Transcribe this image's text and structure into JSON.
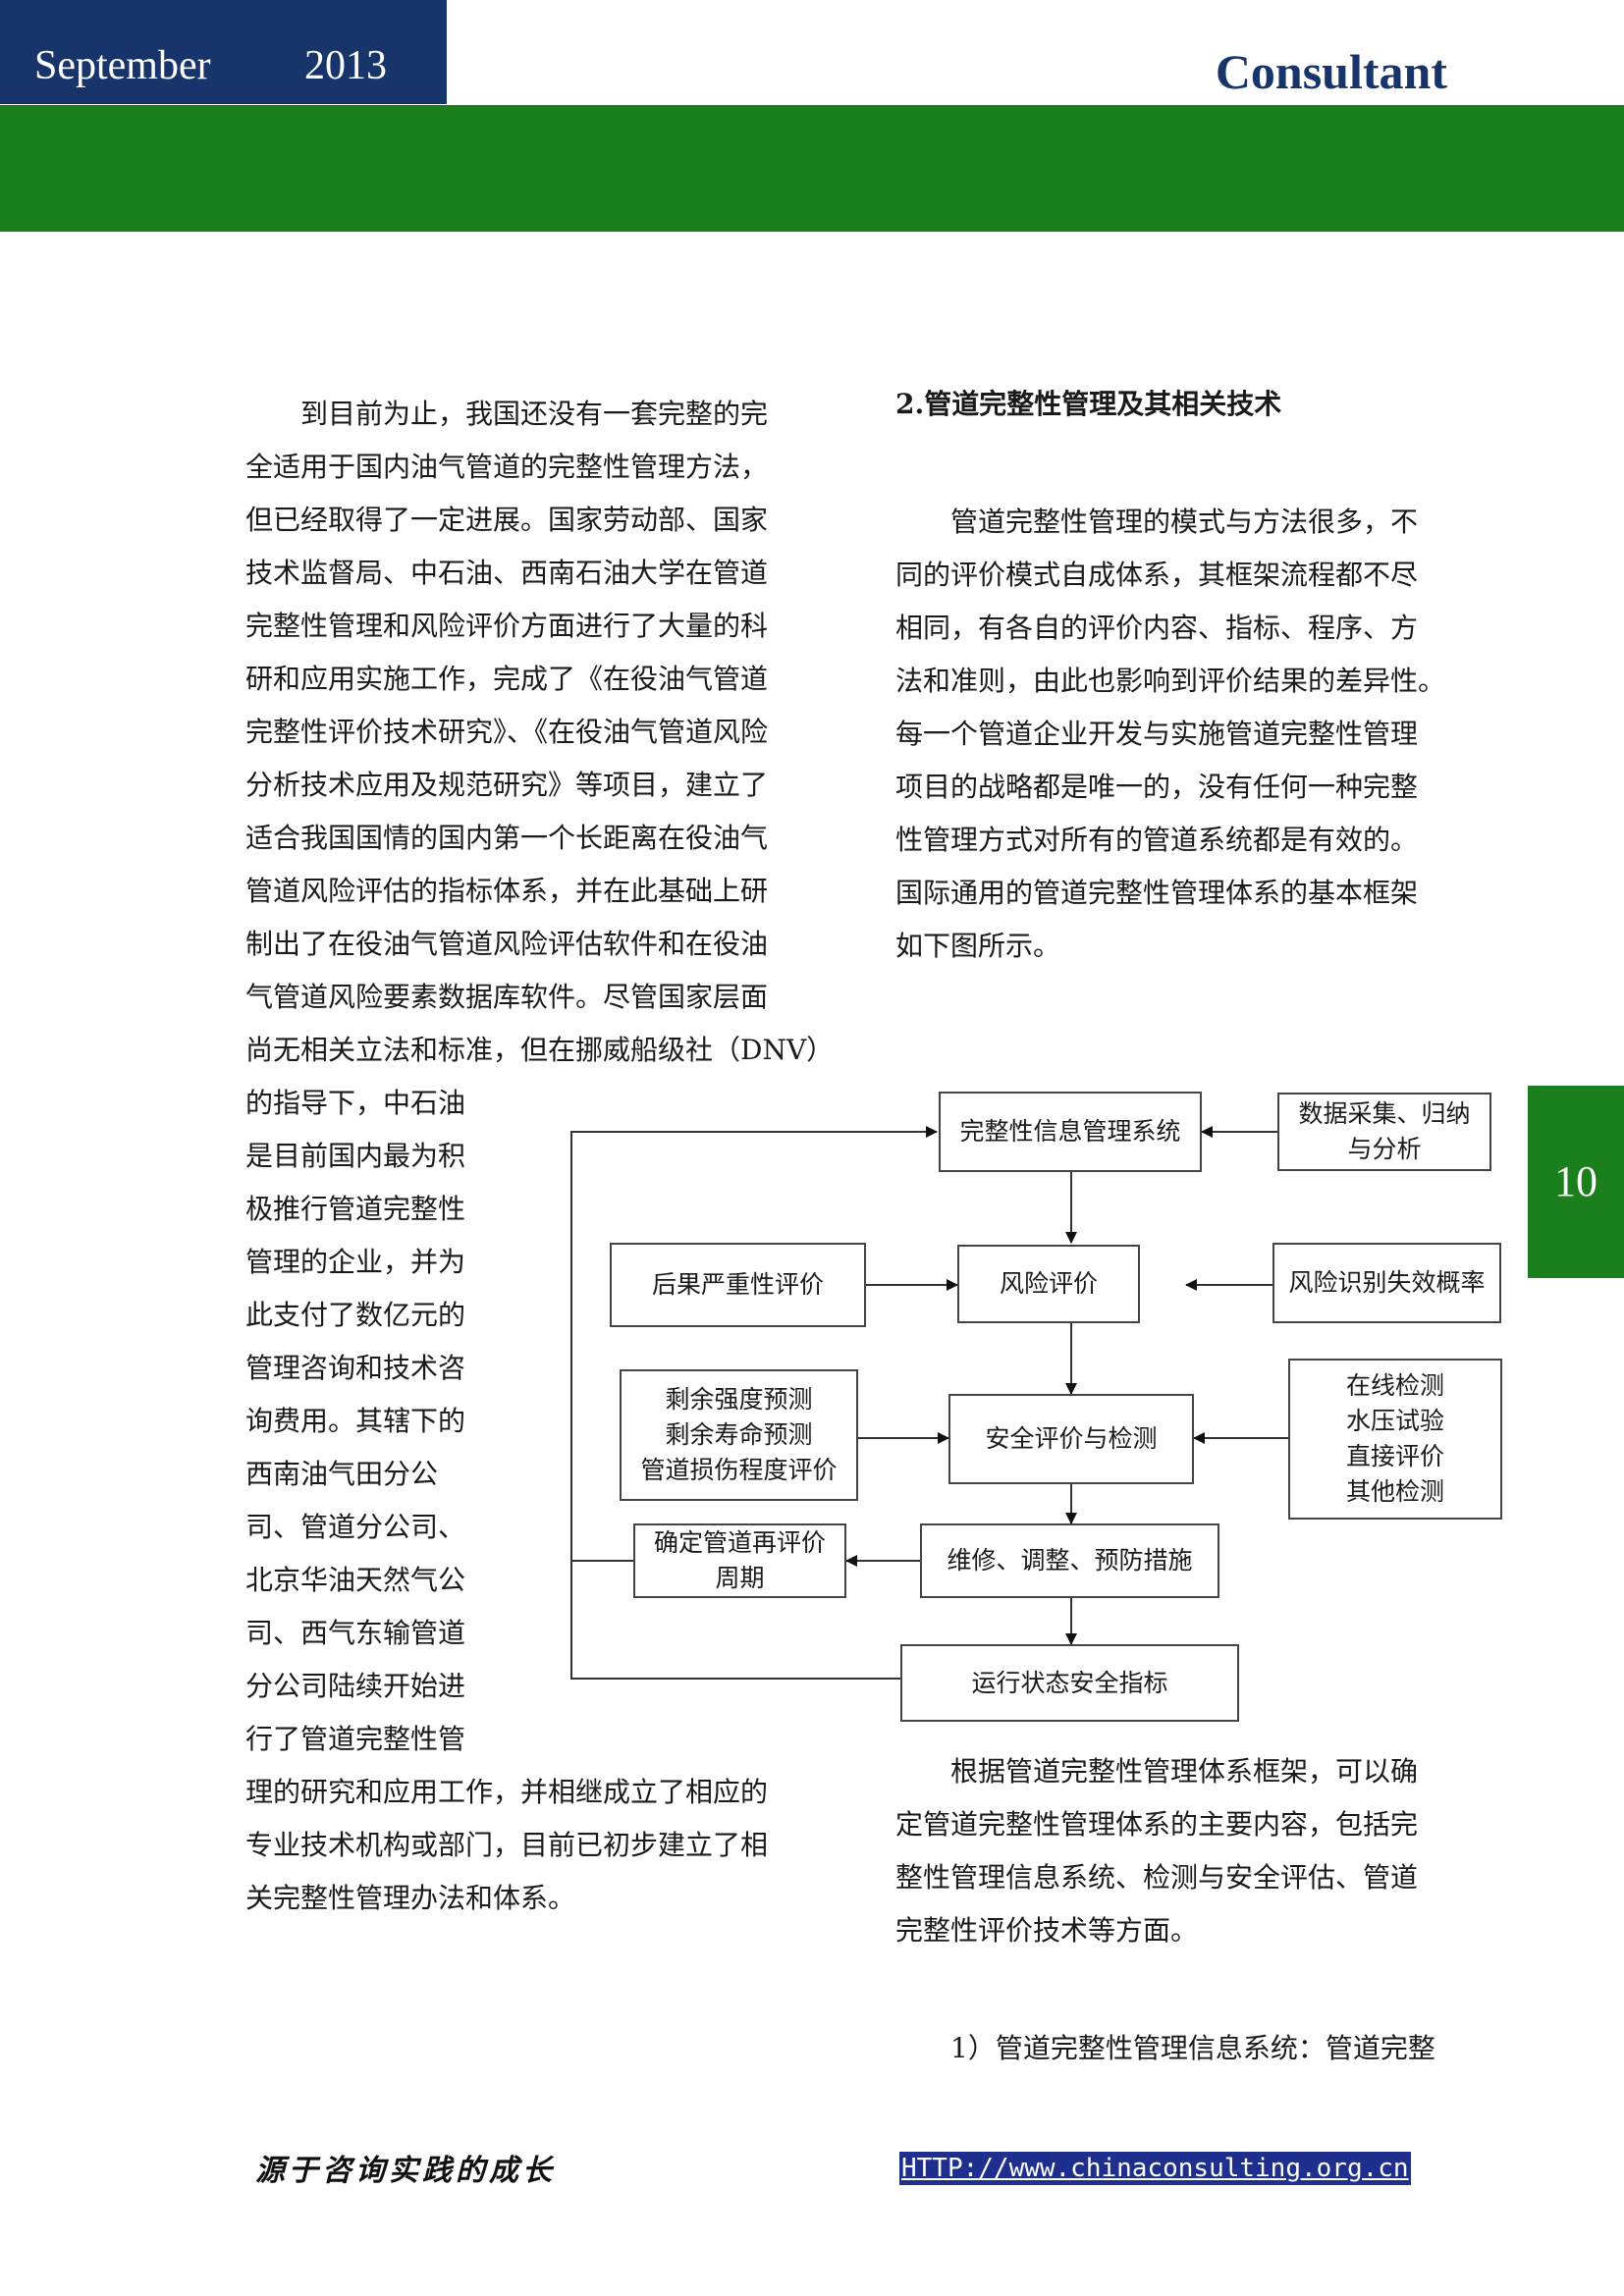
{
  "header": {
    "month": "September",
    "year": "2013",
    "brand": "Consultant"
  },
  "page_number": "10",
  "left_column": {
    "lines_top": [
      "　　到目前为止，我国还没有一套完整的完",
      "全适用于国内油气管道的完整性管理方法，",
      "但已经取得了一定进展。国家劳动部、国家",
      "技术监督局、中石油、西南石油大学在管道",
      "完整性管理和风险评价方面进行了大量的科",
      "研和应用实施工作，完成了《在役油气管道",
      "完整性评价技术研究》、《在役油气管道风险",
      "分析技术应用及规范研究》等项目，建立了",
      "适合我国国情的国内第一个长距离在役油气",
      "管道风险评估的指标体系，并在此基础上研",
      "制出了在役油气管道风险评估软件和在役油",
      "气管道风险要素数据库软件。尽管国家层面",
      "尚无相关立法和标准，但在挪威船级社（DNV）"
    ],
    "lines_narrow": [
      "的指导下，中石油",
      "是目前国内最为积",
      "极推行管道完整性",
      "管理的企业，并为",
      "此支付了数亿元的",
      "管理咨询和技术咨",
      "询费用。其辖下的",
      "西南油气田分公",
      "司、管道分公司、",
      "北京华油天然气公",
      "司、西气东输管道",
      "分公司陆续开始进",
      "行了管道完整性管"
    ],
    "lines_bottom": [
      "理的研究和应用工作，并相继成立了相应的",
      "专业技术机构或部门，目前已初步建立了相",
      "关完整性管理办法和体系。"
    ]
  },
  "right_column": {
    "heading": "2.管道完整性管理及其相关技术",
    "para1_lines": [
      "　　管道完整性管理的模式与方法很多，不",
      "同的评价模式自成体系，其框架流程都不尽",
      "相同，有各自的评价内容、指标、程序、方",
      "法和准则，由此也影响到评价结果的差异性。",
      "每一个管道企业开发与实施管道完整性管理",
      "项目的战略都是唯一的，没有任何一种完整",
      "性管理方式对所有的管道系统都是有效的。",
      "国际通用的管道完整性管理体系的基本框架",
      "如下图所示。"
    ],
    "para2_lines": [
      "　　根据管道完整性管理体系框架，可以确",
      "定管道完整性管理体系的主要内容，包括完",
      "整性管理信息系统、检测与安全评估、管道",
      "完整性评价技术等方面。"
    ],
    "para3_line": "　　1）管道完整性管理信息系统：管道完整"
  },
  "flowchart": {
    "info_system": "完整性信息管理系统",
    "data_collection": [
      "数据采集、归纳",
      "与分析"
    ],
    "consequence": "后果严重性评价",
    "risk_eval": "风险评价",
    "risk_identify": "风险识别失效概率",
    "remaining": [
      "剩余强度预测",
      "剩余寿命预测",
      "管道损伤程度评价"
    ],
    "safety_eval": "安全评价与检测",
    "inspections": [
      "在线检测",
      "水压试验",
      "直接评价",
      "其他检测"
    ],
    "reevaluate": [
      "确定管道再评价",
      "周期"
    ],
    "maintenance": "维修、调整、预防措施",
    "status": "运行状态安全指标"
  },
  "footer": {
    "slogan": "源于咨询实践的成长",
    "url": "HTTP://www.chinaconsulting.org.cn"
  }
}
